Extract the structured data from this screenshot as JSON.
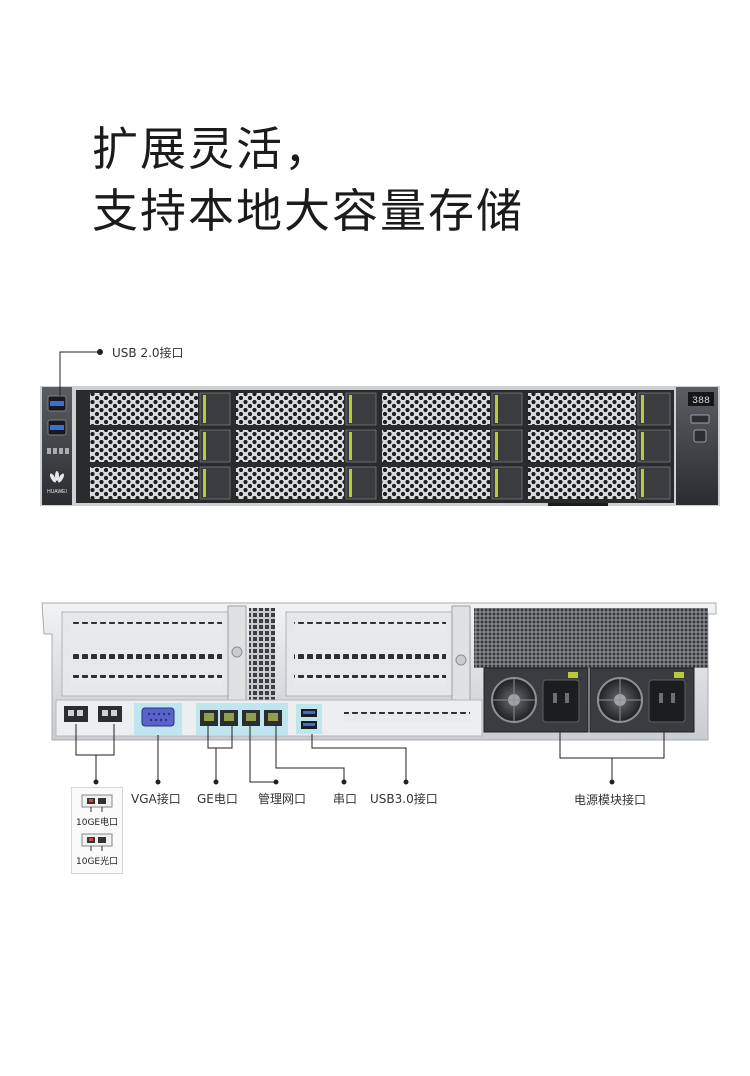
{
  "headline": {
    "line1": "扩展灵活，",
    "line2": "支持本地大容量存储"
  },
  "front": {
    "brand": "HUAWEI",
    "display": "388",
    "usb_label": "USB 2.0接口"
  },
  "rear": {
    "labels": {
      "vga": "VGA接口",
      "ge": "GE电口",
      "mgmt": "管理网口",
      "serial": "串口",
      "usb3": "USB3.0接口",
      "psu": "电源模块接口"
    },
    "legend": {
      "copper": "10GE电口",
      "optical": "10GE光口"
    }
  }
}
